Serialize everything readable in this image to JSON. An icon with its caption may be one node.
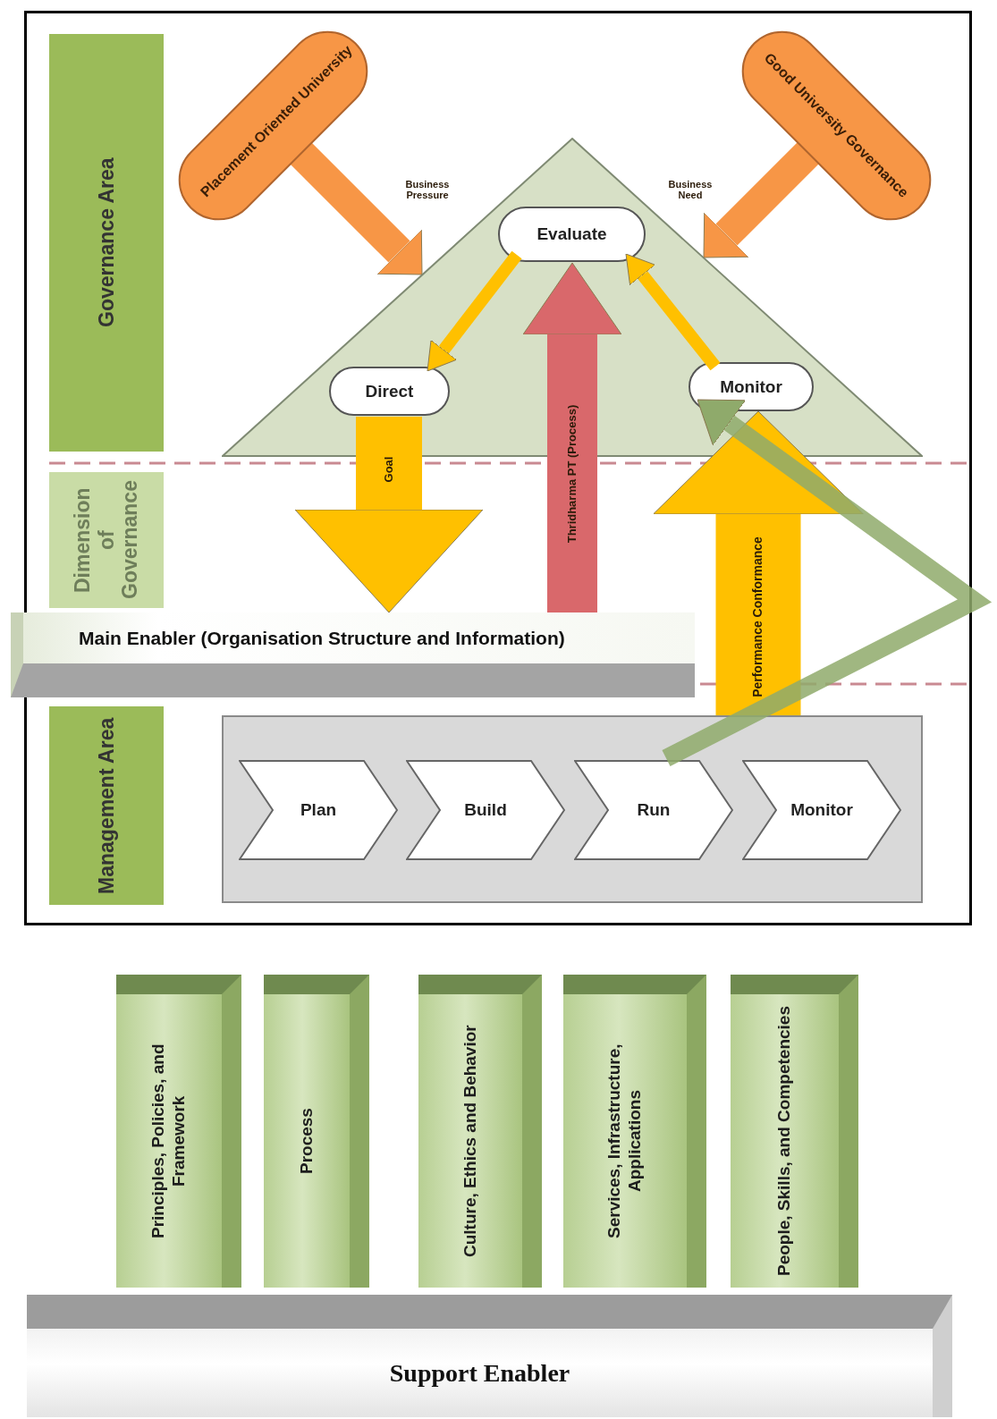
{
  "diagram": {
    "nodes": [
      {
        "text": [
          "Governance Area"
        ]
      },
      {
        "text": [
          "Dimension of Governance"
        ]
      },
      {
        "text": [
          "Management Area"
        ]
      },
      {
        "text": [
          "Placement Oriented University"
        ]
      },
      {
        "text": [
          "Good University Governance"
        ]
      },
      {
        "text": [],
        "shape": "triangle"
      },
      {
        "text": [
          "Evaluate"
        ],
        "in": 5
      },
      {
        "text": [
          "Direct"
        ],
        "in": 5
      },
      {
        "text": [
          "Monitor"
        ],
        "in": 5
      },
      {
        "text": [
          "Main Enabler (Organisation Structure and Information)"
        ]
      },
      {
        "text": [],
        "shape": "box"
      },
      {
        "text": [
          "Plan"
        ],
        "in": 10
      },
      {
        "text": [
          "Build"
        ],
        "in": 10
      },
      {
        "text": [
          "Run"
        ],
        "in": 10
      },
      {
        "text": [
          "Monitor"
        ],
        "in": 10
      },
      {
        "text": [
          "Principles, Policies, and Framework"
        ]
      },
      {
        "text": [
          "Process"
        ]
      },
      {
        "text": [
          "Culture, Ethics and Behavior"
        ]
      },
      {
        "text": [
          "Services, Infrastructure, Applications"
        ]
      },
      {
        "text": [
          "People, Skills, and Competencies"
        ]
      },
      {
        "text": [
          "Support Enabler"
        ]
      }
    ],
    "edges": [
      {
        "from": 3,
        "to": 5,
        "arrow": "to",
        "label": "Business Pressure",
        "color": "#f79646"
      },
      {
        "from": 4,
        "to": 5,
        "arrow": "to",
        "label": "Business Need",
        "color": "#f79646"
      },
      {
        "from": 6,
        "to": 7,
        "arrow": "to"
      },
      {
        "from": 8,
        "to": 6,
        "arrow": "to"
      },
      {
        "from": 7,
        "to": 9,
        "arrow": "to",
        "label": "Goal"
      },
      {
        "from": 9,
        "to": 6,
        "arrow": "to",
        "label": "Thridharma PT (Process)",
        "color": "#d9686b"
      },
      {
        "from": 10,
        "to": 8,
        "arrow": "to",
        "label": "Performance Conformance"
      },
      {
        "from": 13,
        "to": 8,
        "arrow": "to",
        "color": "#8faa6b"
      }
    ]
  }
}
